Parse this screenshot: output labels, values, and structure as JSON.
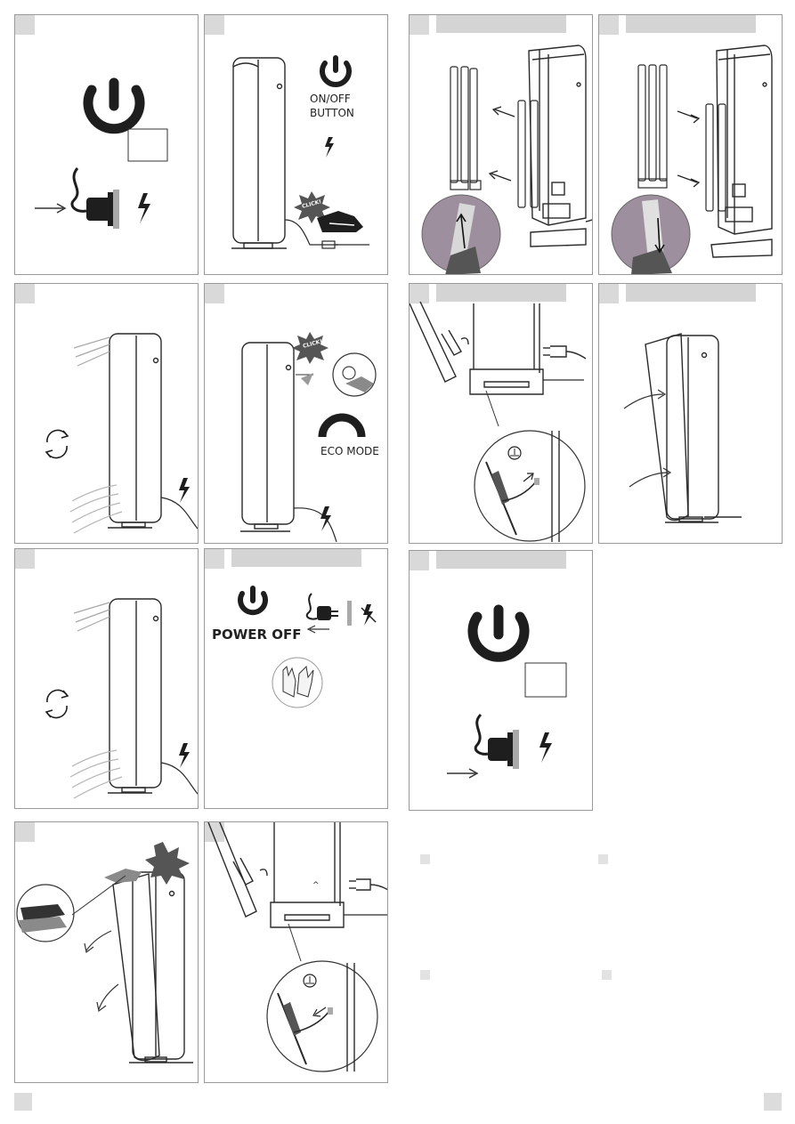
{
  "labels": {
    "on_off_button_line1": "ON/OFF",
    "on_off_button_line2": "BUTTON",
    "click": "CLICK!",
    "eco_mode": "ECO MODE",
    "power_off": "POWER OFF",
    "caret": "^"
  },
  "colors": {
    "panel_border": "#9a9a9a",
    "number_box": "#d9d9d9",
    "header_bar": "#d4d4d4",
    "ink": "#1e1e1e"
  }
}
